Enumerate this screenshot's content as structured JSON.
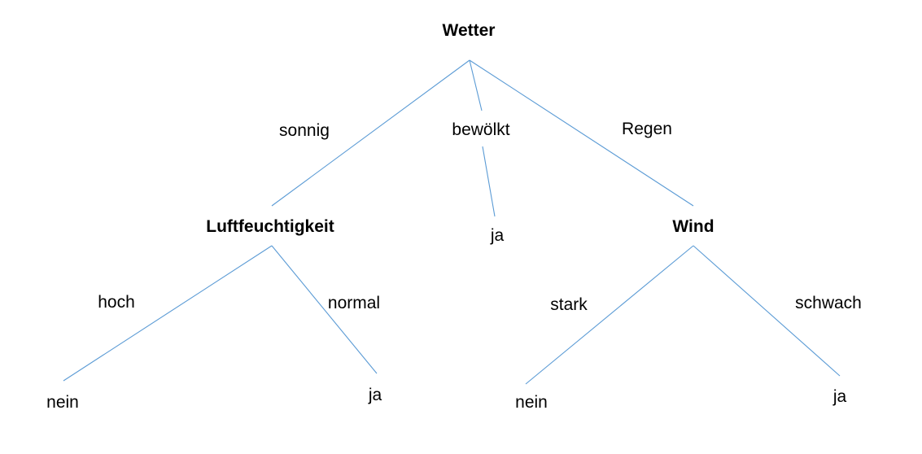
{
  "tree": {
    "root": {
      "label": "Wetter"
    },
    "level1": {
      "luftfeuchtigkeit": {
        "label": "Luftfeuchtigkeit"
      },
      "ja": {
        "label": "ja"
      },
      "wind": {
        "label": "Wind"
      }
    },
    "leaves": {
      "nein_left": {
        "label": "nein"
      },
      "ja_left": {
        "label": "ja"
      },
      "nein_right": {
        "label": "nein"
      },
      "ja_right": {
        "label": "ja"
      }
    },
    "edges": {
      "sonnig": "sonnig",
      "bewoelkt": "bewölkt",
      "regen": "Regen",
      "hoch": "hoch",
      "normal": "normal",
      "stark": "stark",
      "schwach": "schwach"
    }
  }
}
